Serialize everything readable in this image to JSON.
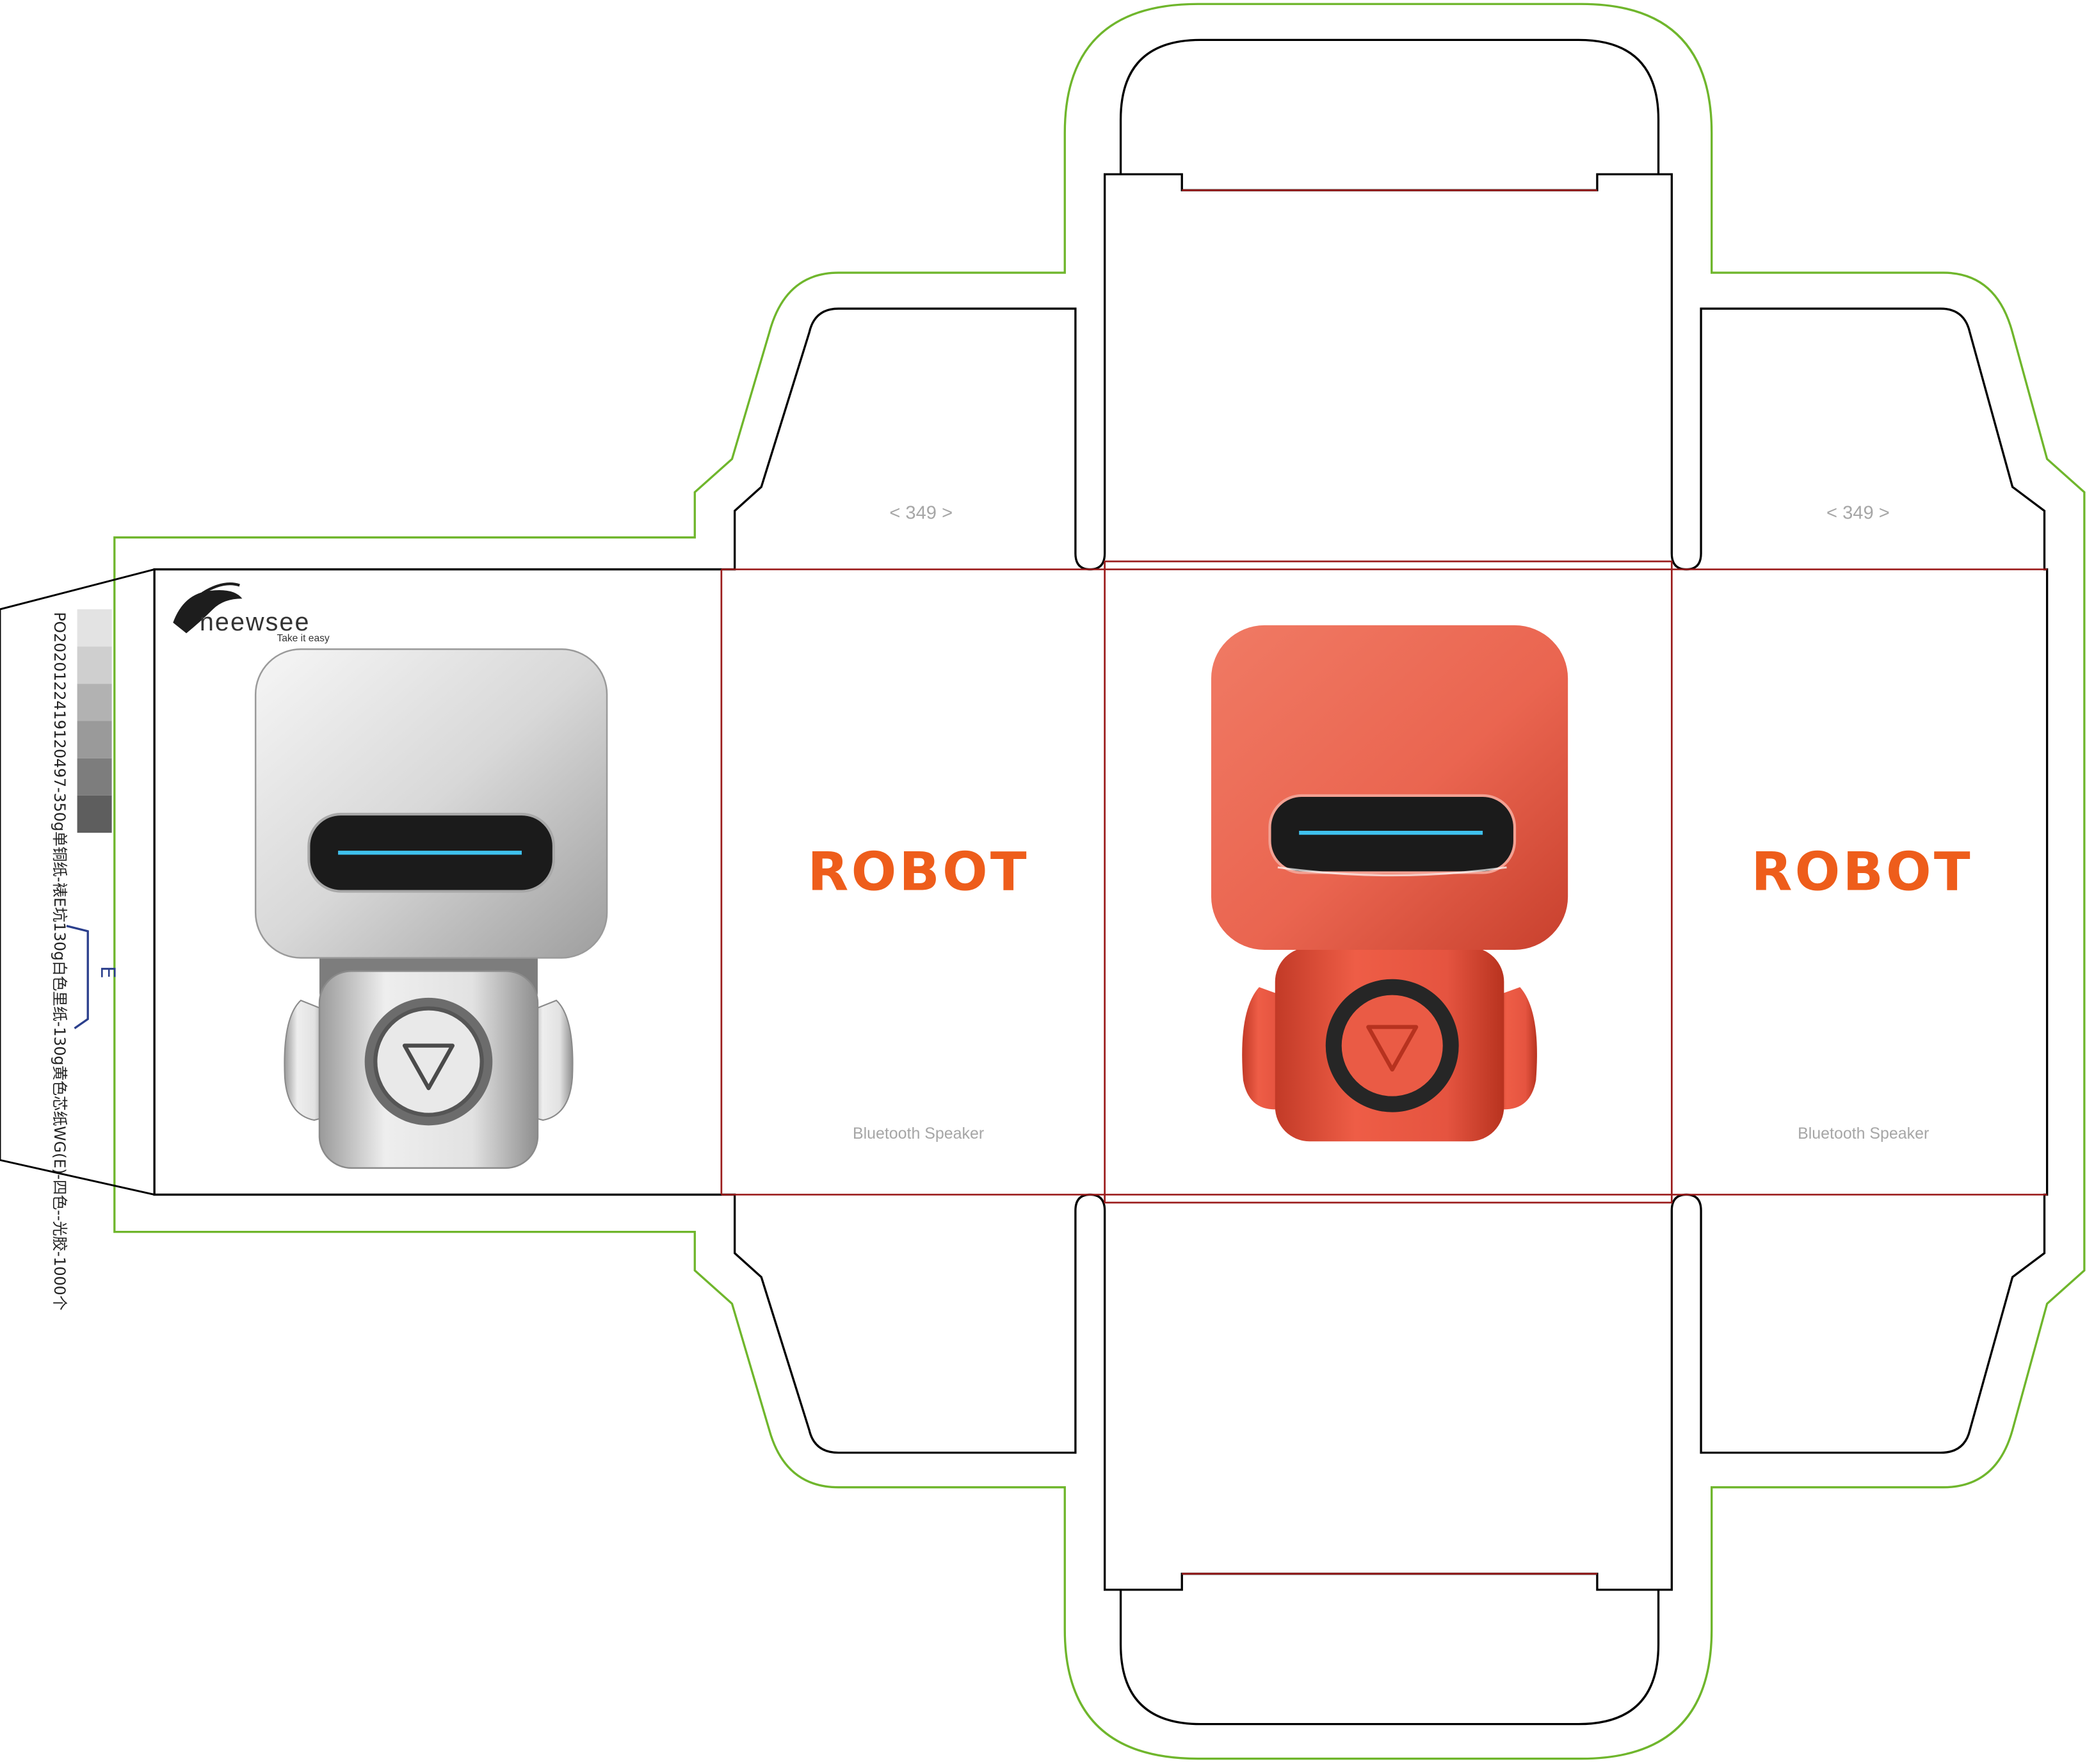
{
  "brand": {
    "name": "neewsee",
    "tagline": "Take it easy"
  },
  "panels": {
    "title": "ROBOT",
    "subtitle": "Bluetooth Speaker",
    "page_marker": "< 349 >"
  },
  "print_info": {
    "job_text": "PO2020122419120497-350g单铜纸-裱E坑130g白色里纸-130g黄色芯纸WG(E)-四色--光胶-1000个",
    "flute_mark": "E"
  },
  "colors": {
    "cut_line": "#000000",
    "crease_line": "#9b1c1c",
    "bleed_line": "#6fb62c",
    "accent_orange": "#ee5d1b",
    "robot_red": "#e8533f",
    "robot_white": "#dedede",
    "visor_blue": "#3fc1ee"
  },
  "icons": {
    "logo": "rabbit-logo-icon",
    "gray_scale": "gray-scale-swatch",
    "direction": "arrow-direction-icon"
  }
}
